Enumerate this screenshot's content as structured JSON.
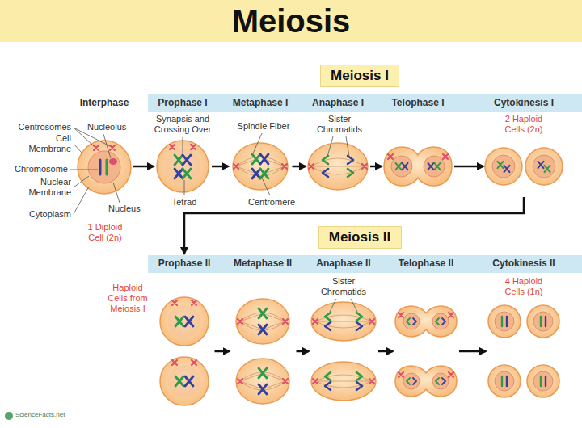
{
  "diagram": {
    "title": "Meiosis",
    "nodes": [
      {
        "text": [
          "Meiosis I"
        ]
      },
      {
        "text": [
          "Interphase"
        ]
      },
      {
        "text": [
          "Prophase I"
        ]
      },
      {
        "text": [
          "Metaphase I"
        ]
      },
      {
        "text": [
          "Anaphase I"
        ]
      },
      {
        "text": [
          "Telophase I"
        ]
      },
      {
        "text": [
          "Cytokinesis I"
        ]
      },
      {
        "text": [
          "Meiosis II"
        ]
      },
      {
        "text": [
          "Prophase II"
        ]
      },
      {
        "text": [
          "Metaphase II"
        ]
      },
      {
        "text": [
          "Anaphase II"
        ]
      },
      {
        "text": [
          "Telophase II"
        ]
      },
      {
        "text": [
          "Cytokinesis II"
        ]
      }
    ],
    "edges": [
      {
        "from": 1,
        "to": 2,
        "arrow": "to"
      },
      {
        "from": 2,
        "to": 3,
        "arrow": "to"
      },
      {
        "from": 3,
        "to": 4,
        "arrow": "to"
      },
      {
        "from": 4,
        "to": 5,
        "arrow": "to"
      },
      {
        "from": 5,
        "to": 6,
        "arrow": "to"
      },
      {
        "from": 6,
        "to": 8,
        "arrow": "to"
      },
      {
        "from": 8,
        "to": 9,
        "arrow": "to"
      },
      {
        "from": 9,
        "to": 10,
        "arrow": "to"
      },
      {
        "from": 10,
        "to": 11,
        "arrow": "to"
      },
      {
        "from": 11,
        "to": 12,
        "arrow": "to"
      }
    ],
    "labels": [
      "Centrosomes",
      "Nucleolus",
      "Cell Membrane",
      "Chromosome",
      "Nuclear Membrane",
      "Nucleus",
      "Cytoplasm",
      "1 Diploid Cell (2n)",
      "Synapsis and Crossing Over",
      "Tetrad",
      "Spindle Fiber",
      "Centromere",
      "Sister Chromatids",
      "2 Haploid Cells (2n)",
      "Haploid Cells from Meiosis I",
      "Sister Chromatids",
      "4 Haploid Cells (1n)",
      "ScienceFacts.net"
    ]
  }
}
